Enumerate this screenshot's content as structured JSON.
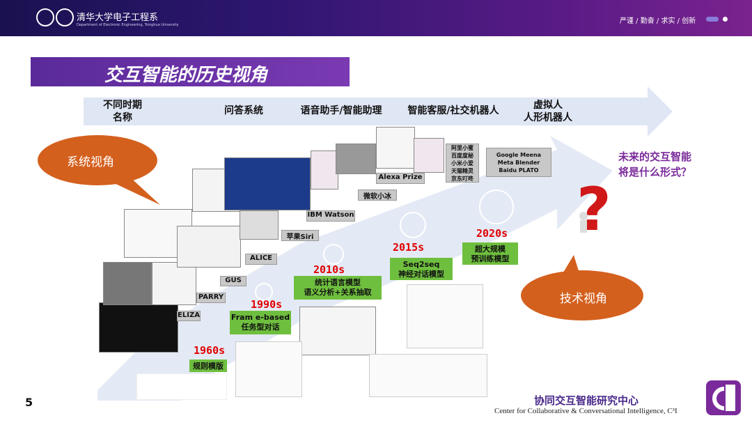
{
  "header": {
    "dept_name": "清华大学电子工程系",
    "dept_sub": "Department of Electronic Engineering, Tsinghua University",
    "motto": "严谨 / 勤奋 / 求实 / 创新"
  },
  "title": "交互智能的历史视角",
  "timeline": {
    "period_label": "不同时期\n名称",
    "stages": [
      "问答系统",
      "语音助手/智能助理",
      "智能客服/社交机器人",
      "虚拟人\n人形机器人"
    ]
  },
  "bubbles": {
    "left": "系统视角",
    "right": "技术视角"
  },
  "future_text": [
    "未来的交互智能",
    "将是什么形式？"
  ],
  "years": {
    "y1960": "1960s",
    "y1990": "1990s",
    "y2010": "2010s",
    "y2015": "2015s",
    "y2020": "2020s"
  },
  "systems": {
    "eliza": "ELIZA",
    "parry": "PARRY",
    "gus": "GUS",
    "alice": "ALICE",
    "siri": "苹果Siri",
    "watson": "IBM Watson",
    "xiaoice": "微软小冰",
    "alexa": "Alexa Prize",
    "cn_assistants": "阿里小蜜\n百度度秘\n小米小爱\n天猫精灵\n京东叮咚",
    "meena": "Google Meena\nMeta Blender\nBaidu PLATO"
  },
  "techniques": {
    "rule": "规则模版",
    "frame": "Fram e-based\n任务型对话",
    "stat": "统计语言模型\n语义分析+关系抽取",
    "seq2seq": "Seq2seq\n神经对话模型",
    "pretrain": "超大规模\n预训练模型"
  },
  "footer": {
    "page_number": "5",
    "center_cn": "协同交互智能研究中心",
    "center_en": "Center for Collaborative & Conversational Intelligence, C³I"
  },
  "colors": {
    "header_bg": "#2d1670",
    "title_bg": "#6a30a8",
    "bubble": "#d4601e",
    "arrow": "#dfe6f4",
    "green_label": "#6fbf3f",
    "year_red": "#e00000",
    "future_purple": "#7a2a9a"
  }
}
